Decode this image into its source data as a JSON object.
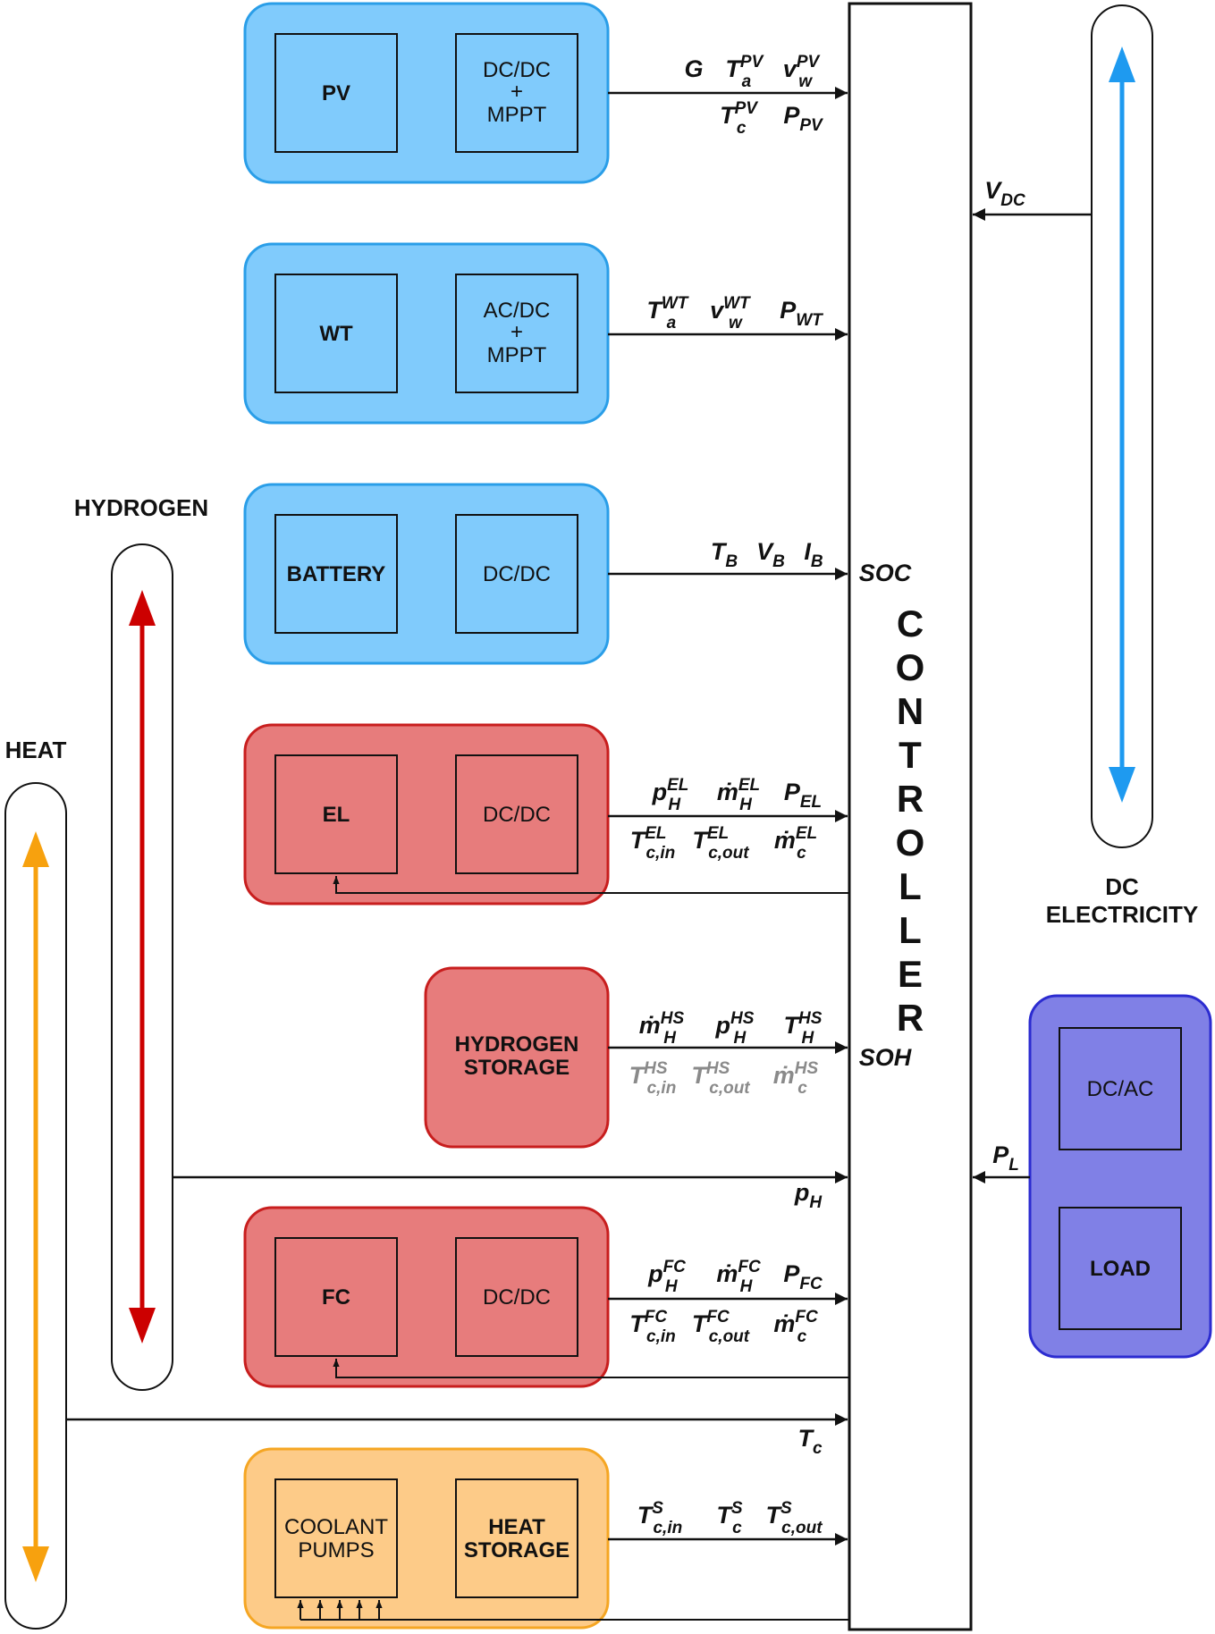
{
  "blocks": {
    "pv": {
      "left": "PV",
      "right_lines": [
        "DC/DC",
        "+",
        "MPPT"
      ]
    },
    "wt": {
      "left": "WT",
      "right_lines": [
        "AC/DC",
        "+",
        "MPPT"
      ]
    },
    "battery": {
      "left": "BATTERY",
      "right_lines": [
        "DC/DC"
      ]
    },
    "el": {
      "left": "EL",
      "right_lines": [
        "DC/DC"
      ]
    },
    "hydrogen_storage": {
      "lines": [
        "HYDROGEN",
        "STORAGE"
      ]
    },
    "fc": {
      "left": "FC",
      "right_lines": [
        "DC/DC"
      ]
    },
    "heat": {
      "left_lines": [
        "COOLANT",
        "PUMPS"
      ],
      "right_lines": [
        "HEAT",
        "STORAGE"
      ]
    },
    "load": {
      "top": "DC/AC",
      "bottom": "LOAD"
    }
  },
  "controller": {
    "letters": [
      "C",
      "O",
      "N",
      "T",
      "R",
      "O",
      "L",
      "L",
      "E",
      "R"
    ]
  },
  "side_labels": {
    "hydrogen": "HYDROGEN",
    "heat": "HEAT",
    "dc_electricity_lines": [
      "DC",
      "ELECTRICITY"
    ]
  },
  "signals": {
    "pv_top": [
      {
        "m": "G",
        "sup": "",
        "sub": ""
      },
      {
        "m": "T",
        "sup": "PV",
        "sub": "a"
      },
      {
        "m": "v",
        "sup": "PV",
        "sub": "w"
      }
    ],
    "pv_bottom": [
      {
        "m": "T",
        "sup": "PV",
        "sub": "c"
      },
      {
        "m": "P",
        "sup": "",
        "sub": "PV"
      }
    ],
    "vdc": [
      {
        "m": "V",
        "sup": "",
        "sub": "DC"
      }
    ],
    "wt_top": [
      {
        "m": "T",
        "sup": "WT",
        "sub": "a"
      },
      {
        "m": "v",
        "sup": "WT",
        "sub": "w"
      },
      {
        "m": "P",
        "sup": "",
        "sub": "WT"
      }
    ],
    "bat_top": [
      {
        "m": "T",
        "sup": "",
        "sub": "B"
      },
      {
        "m": "V",
        "sup": "",
        "sub": "B"
      },
      {
        "m": "I",
        "sup": "",
        "sub": "B"
      }
    ],
    "soc": [
      {
        "m": "SOC",
        "sup": "",
        "sub": ""
      }
    ],
    "el_top": [
      {
        "m": "p",
        "sup": "EL",
        "sub": "H"
      },
      {
        "m": "ṁ",
        "sup": "EL",
        "sub": "H"
      },
      {
        "m": "P",
        "sup": "",
        "sub": "EL"
      }
    ],
    "el_bottom": [
      {
        "m": "T",
        "sup": "EL",
        "sub": "c,in"
      },
      {
        "m": "T",
        "sup": "EL",
        "sub": "c,out"
      },
      {
        "m": "ṁ",
        "sup": "EL",
        "sub": "c"
      }
    ],
    "hs_top": [
      {
        "m": "ṁ",
        "sup": "HS",
        "sub": "H"
      },
      {
        "m": "p",
        "sup": "HS",
        "sub": "H"
      },
      {
        "m": "T",
        "sup": "HS",
        "sub": "H"
      }
    ],
    "hs_bottom": [
      {
        "m": "T",
        "sup": "HS",
        "sub": "c,in"
      },
      {
        "m": "T",
        "sup": "HS",
        "sub": "c,out"
      },
      {
        "m": "ṁ",
        "sup": "HS",
        "sub": "c"
      }
    ],
    "soh": [
      {
        "m": "SOH",
        "sup": "",
        "sub": ""
      }
    ],
    "ph": [
      {
        "m": "p",
        "sup": "",
        "sub": "H"
      }
    ],
    "pl": [
      {
        "m": "P",
        "sup": "",
        "sub": "L"
      }
    ],
    "fc_top": [
      {
        "m": "p",
        "sup": "FC",
        "sub": "H"
      },
      {
        "m": "ṁ",
        "sup": "FC",
        "sub": "H"
      },
      {
        "m": "P",
        "sup": "",
        "sub": "FC"
      }
    ],
    "fc_bottom": [
      {
        "m": "T",
        "sup": "FC",
        "sub": "c,in"
      },
      {
        "m": "T",
        "sup": "FC",
        "sub": "c,out"
      },
      {
        "m": "ṁ",
        "sup": "FC",
        "sub": "c"
      }
    ],
    "tc": [
      {
        "m": "T",
        "sup": "",
        "sub": "c"
      }
    ],
    "hs2_top": [
      {
        "m": "T",
        "sup": "S",
        "sub": "c,in"
      },
      {
        "m": "T",
        "sup": "S",
        "sub": "c"
      },
      {
        "m": "T",
        "sup": "S",
        "sub": "c,out"
      }
    ]
  },
  "colors": {
    "electric_fill": "#80cbfc",
    "electric_stroke": "#2a9ee8",
    "hydrogen_fill": "#e77c7c",
    "hydrogen_stroke": "#c81e1e",
    "heat_fill": "#fdcb88",
    "heat_stroke": "#f5a623",
    "load_fill": "#8080e6",
    "load_stroke": "#2b2bd0",
    "bus_blue": "#1e9af0",
    "bus_red": "#cc0000",
    "bus_orange": "#f7a10e",
    "signal_gray": "#8a8a8a"
  }
}
